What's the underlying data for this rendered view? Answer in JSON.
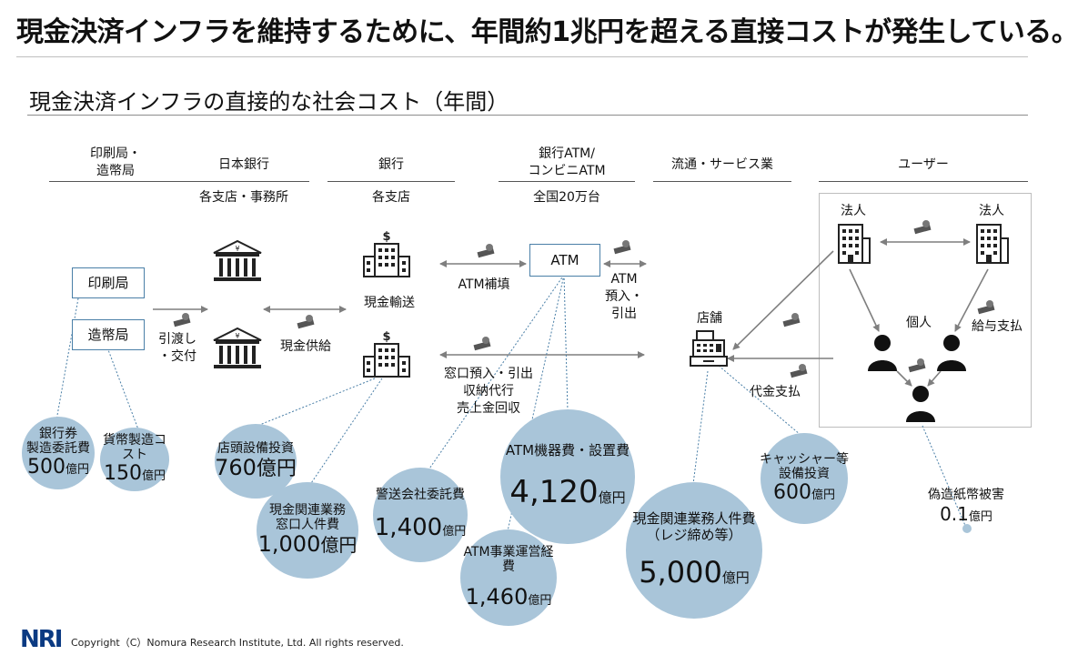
{
  "title": "現金決済インフラを維持するために、年間約1兆円を超える直接コストが発生している。",
  "subtitle": "現金決済インフラの直接的な社会コスト（年間）",
  "columns": [
    {
      "head": "印刷局・\n造幣局",
      "sub": ""
    },
    {
      "head": "日本銀行",
      "sub": "各支店・事務所"
    },
    {
      "head": "銀行",
      "sub": "各支店"
    },
    {
      "head": "銀行ATM/\nコンビニATM",
      "sub": "全国20万台"
    },
    {
      "head": "流通・サービス業",
      "sub": ""
    },
    {
      "head": "ユーザー",
      "sub": ""
    }
  ],
  "boxes": {
    "printing": "印刷局",
    "mint": "造幣局",
    "atm": "ATM"
  },
  "labels": {
    "hikiwatashi": "引渡し\n・交付",
    "cash_supply": "現金供給",
    "cash_transport": "現金輸送",
    "atm_refill": "ATM補填",
    "atm_deposit": "ATM\n預入・\n引出",
    "window_services": "窓口預入・引出\n収納代行\n売上金回収",
    "store": "店舗",
    "corporation_1": "法人",
    "corporation_2": "法人",
    "individual": "個人",
    "salary": "給与支払",
    "payment": "代金支払"
  },
  "icons": {
    "central_bank": "bank-building-icon",
    "bank": "office-building-icon",
    "cash": "cash-stack-icon",
    "register": "cash-register-icon",
    "person": "person-icon"
  },
  "colors": {
    "bubble": "#a9c5d9",
    "line": "#7f7f7f",
    "dotted": "#4a7fa7",
    "logo": "#0b3a82"
  },
  "bubbles": [
    {
      "title": "銀行券\n製造委託費",
      "num": "500",
      "unit": "億円"
    },
    {
      "title": "貨幣製造コスト",
      "num": "150",
      "unit": "億円"
    },
    {
      "title": "店頭設備投資",
      "num": "760",
      "unit": "億円"
    },
    {
      "title": "現金関連業務\n窓口人件費",
      "num": "1,000",
      "unit": "億円"
    },
    {
      "title": "警送会社委託費",
      "num": "1,400",
      "unit": "億円"
    },
    {
      "title": "ATM機器費・設置費",
      "num": "4,120",
      "unit": "億円"
    },
    {
      "title": "ATM事業運営経費",
      "num": "1,460",
      "unit": "億円"
    },
    {
      "title": "現金関連業務人件費\n（レジ締め等）",
      "num": "5,000",
      "unit": "億円"
    },
    {
      "title": "キャッシャー等\n設備投資",
      "num": "600",
      "unit": "億円"
    },
    {
      "title": "偽造紙幣被害",
      "num": "0.1",
      "unit": "億円"
    }
  ],
  "footer": {
    "logo": "NRI",
    "copyright": "Copyright（C）Nomura Research Institute, Ltd. All rights reserved."
  }
}
